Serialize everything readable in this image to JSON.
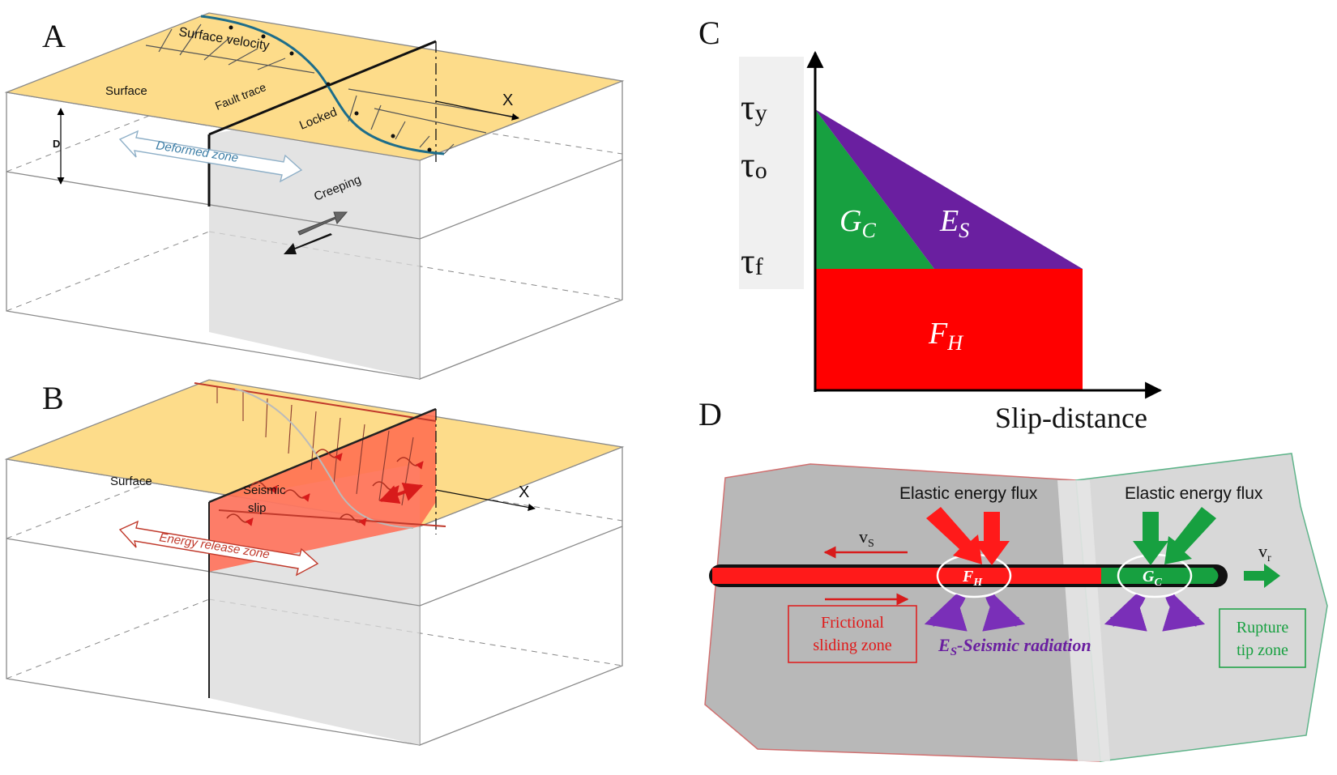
{
  "panels": {
    "a": {
      "letter": "A",
      "surface": "Surface",
      "surface_velocity": "Surface velocity",
      "fault_trace": "Fault trace",
      "locked": "Locked",
      "depth": "D",
      "deformed_zone": "Deformed zone",
      "creeping": "Creeping",
      "x_axis": "X"
    },
    "b": {
      "letter": "B",
      "surface": "Surface",
      "seismic": "Seismic",
      "slip": "slip",
      "energy_release_zone": "Energy release zone",
      "x_axis": "X"
    },
    "c": {
      "letter": "C",
      "tau_y_main": "τ",
      "tau_y_sub": "y",
      "tau_o_main": "τ",
      "tau_o_sub": "o",
      "tau_f_main": "τ",
      "tau_f_sub": "f",
      "gc_main": "G",
      "gc_sub": "C",
      "es_main": "E",
      "es_sub": "S",
      "fh_main": "F",
      "fh_sub": "H",
      "xlabel": "Slip-distance",
      "colors": {
        "gc": "#17a040",
        "es": "#6a1fa0",
        "fh": "#ff0000"
      }
    },
    "d": {
      "letter": "D",
      "flux_left": "Elastic energy flux",
      "flux_right": "Elastic energy flux",
      "vs_main": "v",
      "vs_sub": "S",
      "vr_main": "v",
      "vr_sub": "r",
      "fh_main": "F",
      "fh_sub": "H",
      "gc_main": "G",
      "gc_sub": "C",
      "frictional_1": "Frictional",
      "frictional_2": "sliding zone",
      "seismic_main": "E",
      "seismic_sub": "S",
      "seismic_rest": "-Seismic radiation",
      "rupture_1": "Rupture",
      "rupture_2": "tip zone"
    }
  }
}
